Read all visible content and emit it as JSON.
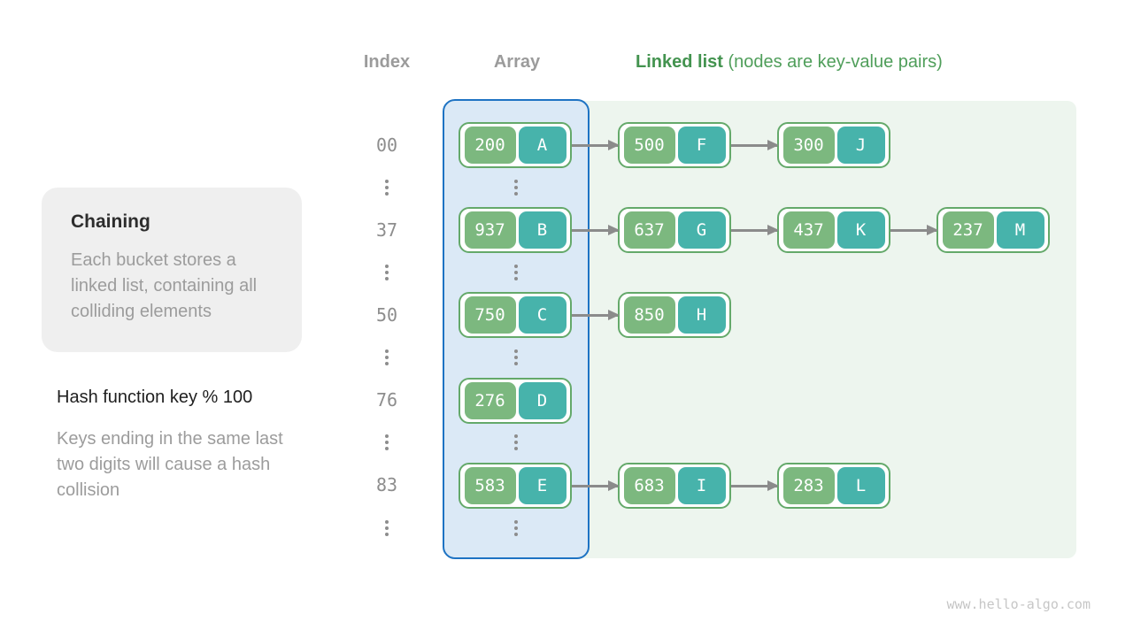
{
  "header": {
    "index": "Index",
    "array": "Array",
    "linked_list_bold": "Linked list",
    "linked_list_rest": " (nodes are key-value pairs)"
  },
  "info_box": {
    "title": "Chaining",
    "body": "Each bucket stores a linked list, containing all colliding elements"
  },
  "hash_note": {
    "title": "Hash function key % 100",
    "body": "Keys ending in the same last two digits will cause a hash collision"
  },
  "rows": [
    {
      "index": "00",
      "bucket": {
        "key": "200",
        "value": "A"
      },
      "chain": [
        {
          "key": "500",
          "value": "F"
        },
        {
          "key": "300",
          "value": "J"
        }
      ]
    },
    {
      "index": "37",
      "bucket": {
        "key": "937",
        "value": "B"
      },
      "chain": [
        {
          "key": "637",
          "value": "G"
        },
        {
          "key": "437",
          "value": "K"
        },
        {
          "key": "237",
          "value": "M"
        }
      ]
    },
    {
      "index": "50",
      "bucket": {
        "key": "750",
        "value": "C"
      },
      "chain": [
        {
          "key": "850",
          "value": "H"
        }
      ]
    },
    {
      "index": "76",
      "bucket": {
        "key": "276",
        "value": "D"
      },
      "chain": []
    },
    {
      "index": "83",
      "bucket": {
        "key": "583",
        "value": "E"
      },
      "chain": [
        {
          "key": "683",
          "value": "I"
        },
        {
          "key": "283",
          "value": "L"
        }
      ]
    }
  ],
  "watermark": "www.hello-algo.com",
  "colors": {
    "accent_blue": "#1e73c3",
    "array_bg": "#dbe9f6",
    "list_bg": "#edf5ee",
    "node_border": "#64a96a",
    "key_bg": "#7cb87f",
    "value_bg": "#47b3ab",
    "arrow_gray": "#8b8b8b",
    "header_green": "#4f9e5a"
  }
}
